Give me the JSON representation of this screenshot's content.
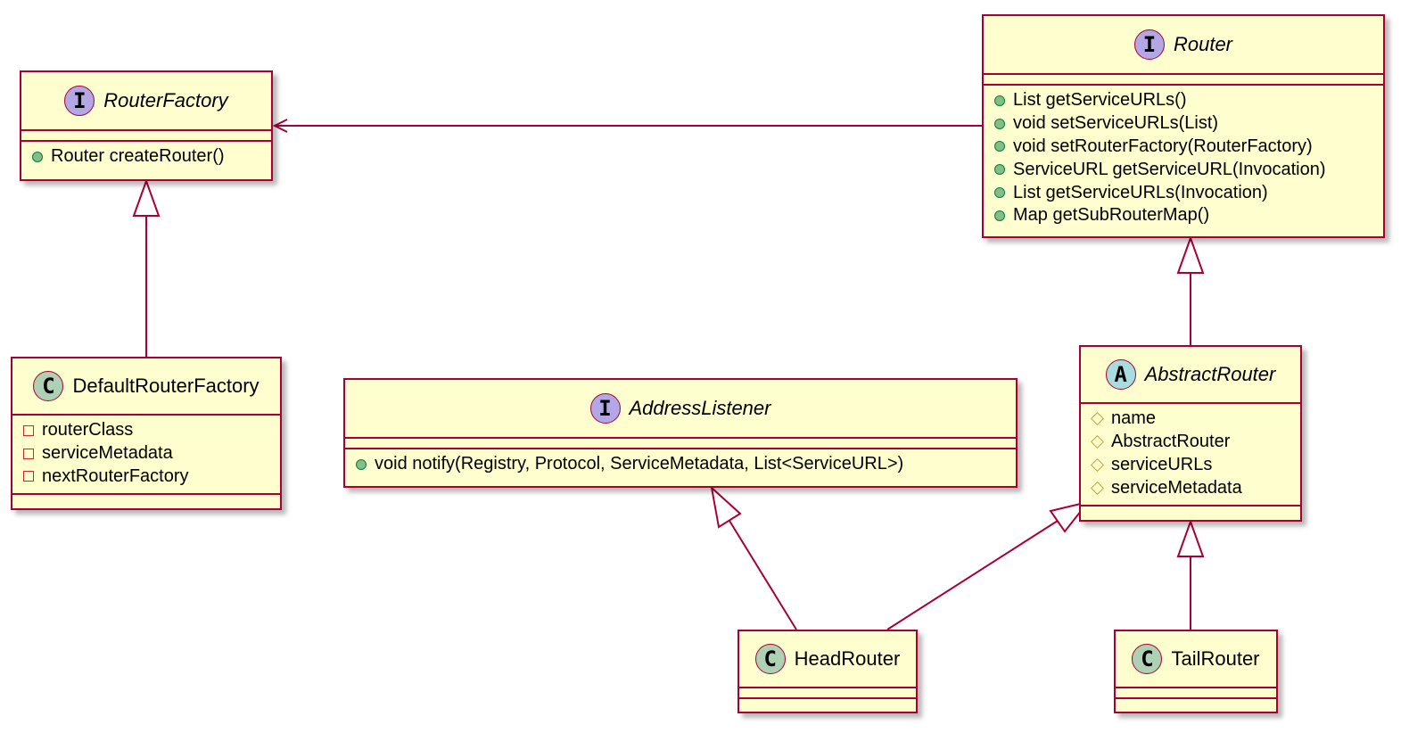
{
  "classes": {
    "router_factory": {
      "kind": "I",
      "name": "RouterFactory",
      "methods": [
        "Router createRouter()"
      ]
    },
    "router": {
      "kind": "I",
      "name": "Router",
      "methods": [
        "List getServiceURLs()",
        "void setServiceURLs(List)",
        "void setRouterFactory(RouterFactory)",
        "ServiceURL getServiceURL(Invocation)",
        "List getServiceURLs(Invocation)",
        "Map getSubRouterMap()"
      ]
    },
    "default_router_factory": {
      "kind": "C",
      "name": "DefaultRouterFactory",
      "fields": [
        "routerClass",
        "serviceMetadata",
        "nextRouterFactory"
      ]
    },
    "address_listener": {
      "kind": "I",
      "name": "AddressListener",
      "methods": [
        "void notify(Registry, Protocol, ServiceMetadata, List<ServiceURL>)"
      ]
    },
    "abstract_router": {
      "kind": "A",
      "name": "AbstractRouter",
      "fields": [
        "name",
        "AbstractRouter",
        "serviceURLs",
        "serviceMetadata"
      ]
    },
    "head_router": {
      "kind": "C",
      "name": "HeadRouter"
    },
    "tail_router": {
      "kind": "C",
      "name": "TailRouter"
    }
  },
  "colors": {
    "box_fill": "#fefece",
    "border": "#a80036",
    "interface_badge": "#b4a7e5",
    "abstract_badge": "#a9dcdf",
    "class_badge": "#add1b2",
    "public_marker": "#84be84",
    "private_marker": "#c82930",
    "protected_marker": "#b38d22"
  }
}
